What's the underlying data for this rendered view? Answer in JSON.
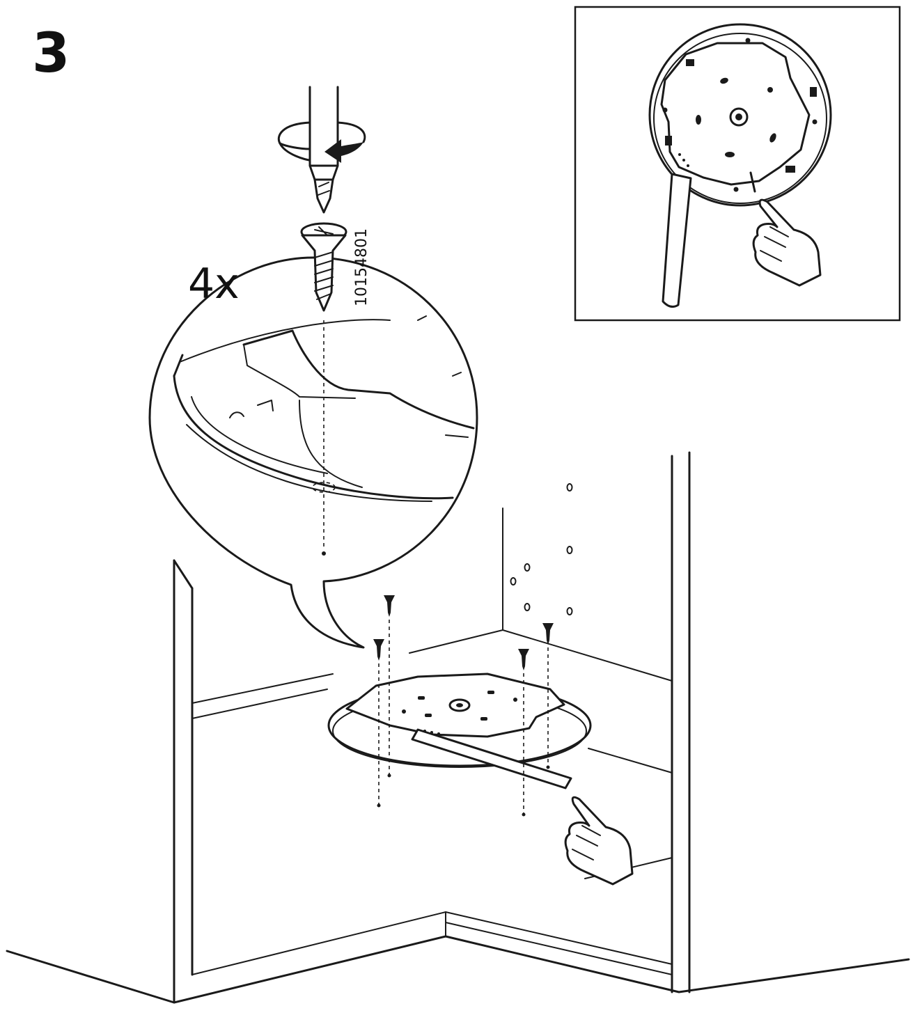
{
  "step": {
    "number": "3"
  },
  "fastener": {
    "quantity": "4x",
    "part_number": "10154801"
  },
  "icons": {
    "driver": "screwdriver-icon",
    "rotation": "rotate-clockwise-arrow-icon",
    "screw": "screw-icon",
    "hand": "pointing-hand-icon",
    "plate": "swivel-plate-icon"
  }
}
